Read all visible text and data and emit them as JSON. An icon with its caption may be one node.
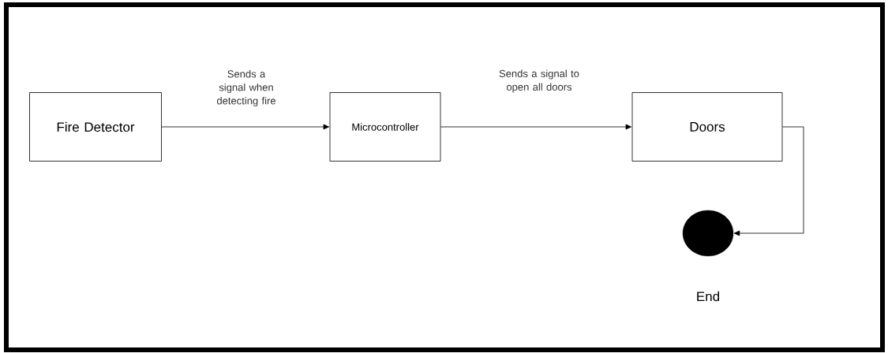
{
  "diagram": {
    "nodes": [
      {
        "text": [
          "Fire Detector"
        ]
      },
      {
        "text": [
          "Microcontroller"
        ]
      },
      {
        "text": [
          "Doors"
        ]
      },
      {
        "text": [],
        "shape": "circle",
        "beside": [
          "End"
        ]
      }
    ],
    "edges": [
      {
        "from": 0,
        "to": 1,
        "arrow": "to",
        "label": "Sends a signal when detecting fire"
      },
      {
        "from": 1,
        "to": 2,
        "arrow": "to",
        "label": "Sends a signal to open all doors"
      },
      {
        "from": 2,
        "to": 3,
        "arrow": "to"
      }
    ]
  }
}
